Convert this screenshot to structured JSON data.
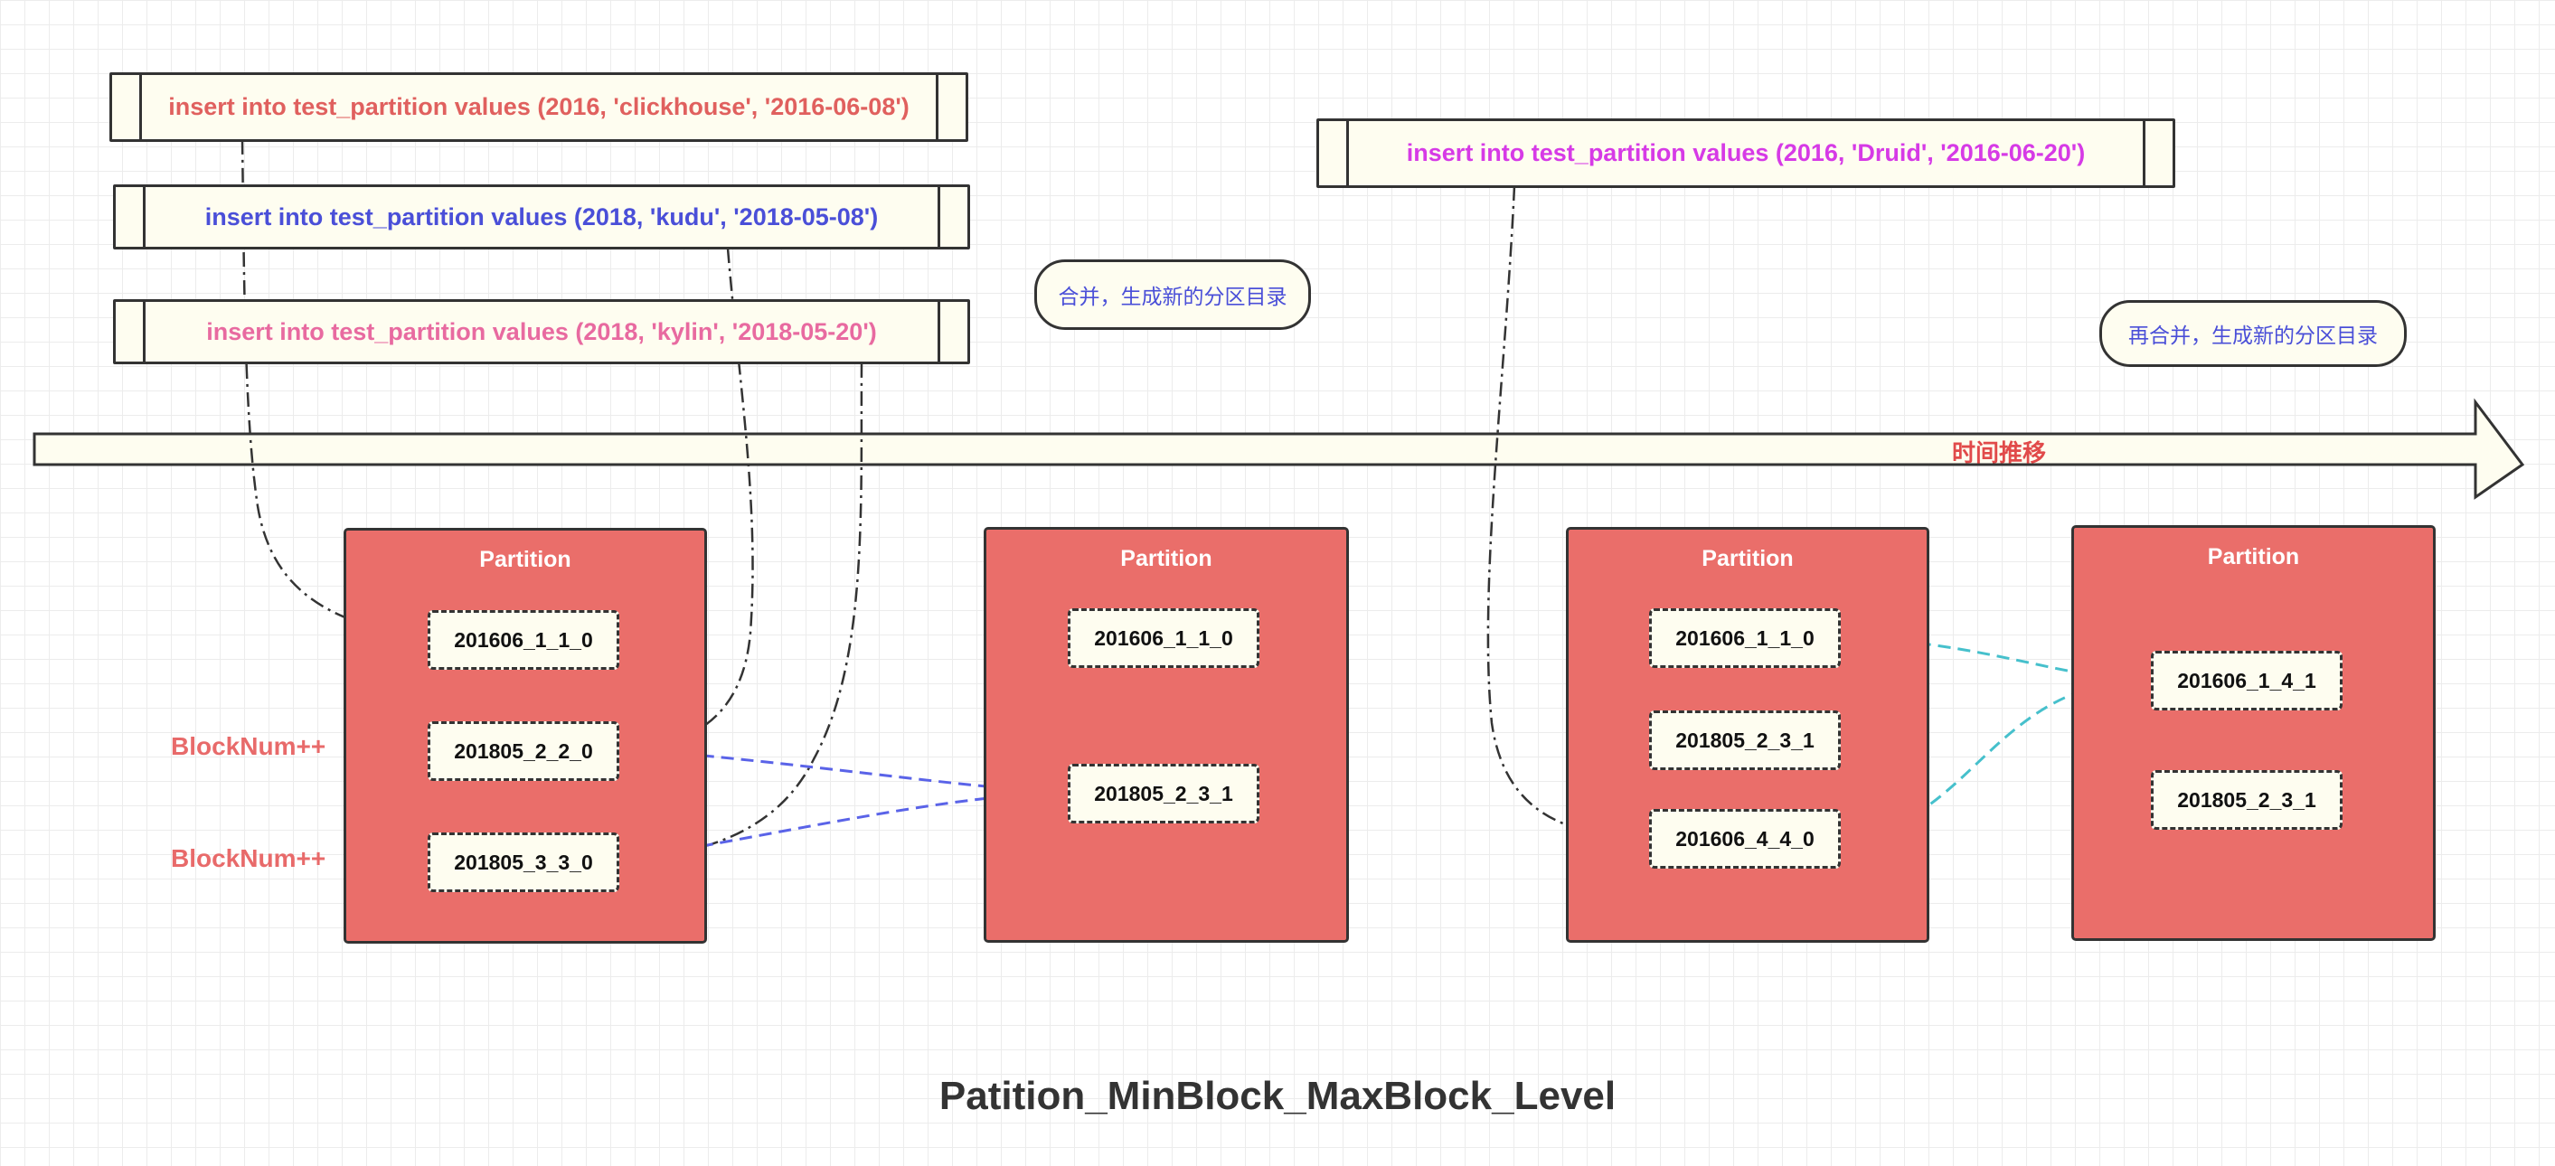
{
  "inserts": [
    {
      "text": "insert into test_partition values (2016, 'clickhouse', '2016-06-08')",
      "color": "#e0605e"
    },
    {
      "text": "insert into test_partition values (2018, 'kudu', '2018-05-08')",
      "color": "#4a4fd8"
    },
    {
      "text": "insert into test_partition values (2018, 'kylin', '2018-05-20')",
      "color": "#e86aa0"
    },
    {
      "text": "insert into test_partition values (2016, 'Druid', '2016-06-20')",
      "color": "#d63ae6"
    }
  ],
  "merge_notes": [
    "合并，生成新的分区目录",
    "再合并，生成新的分区目录"
  ],
  "timeline_label": "时间推移",
  "partitions": [
    {
      "title": "Partition",
      "blocks": [
        "201606_1_1_0",
        "201805_2_2_0",
        "201805_3_3_0"
      ]
    },
    {
      "title": "Partition",
      "blocks": [
        "201606_1_1_0",
        "201805_2_3_1"
      ]
    },
    {
      "title": "Partition",
      "blocks": [
        "201606_1_1_0",
        "201805_2_3_1",
        "201606_4_4_0"
      ]
    },
    {
      "title": "Partition",
      "blocks": [
        "201606_1_4_1",
        "201805_2_3_1"
      ]
    }
  ],
  "block_labels": [
    "BlockNum++",
    "BlockNum++"
  ],
  "title": "Patition_MinBlock_MaxBlock_Level",
  "colors": {
    "partition_fill": "#ea6e6a",
    "box_fill": "#fefdf0",
    "merge_arrow_1": "#5a63e8",
    "merge_arrow_2": "#46c0cc"
  }
}
